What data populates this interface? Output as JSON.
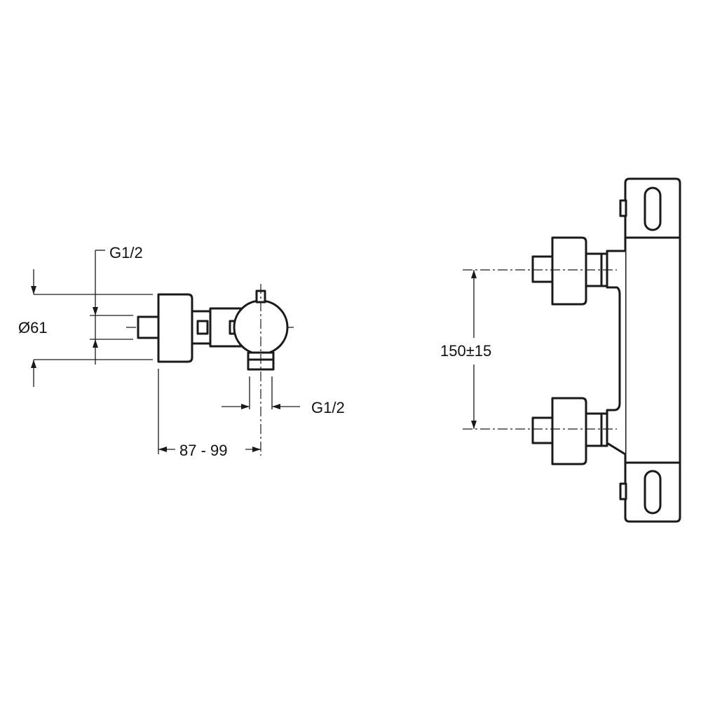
{
  "dimensions": {
    "side_top_thread": "G1/2",
    "side_diameter": "Ø61",
    "side_bottom_thread": "G1/2",
    "side_depth": "87 - 99",
    "front_center_distance": "150±15"
  },
  "colors": {
    "line": "#1a1a1a",
    "background": "#ffffff"
  }
}
